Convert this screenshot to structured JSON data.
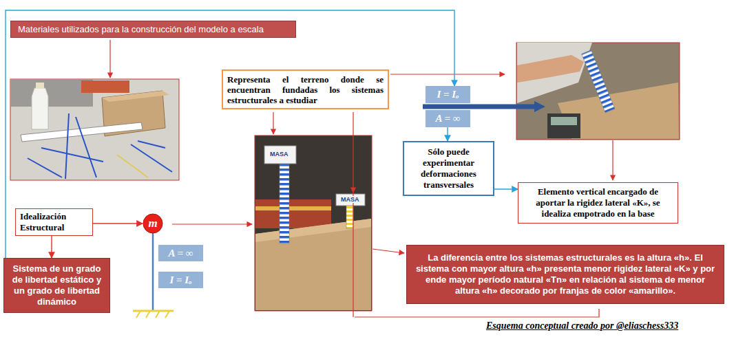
{
  "diagram": {
    "caption": "Esquema conceptual creado por @eliaschess333",
    "nodes": [
      {
        "text": [
          "Materiales utilizados para la construcción del modelo a escala"
        ]
      },
      {
        "text": [
          "Representa el terreno donde se encuentran fundadas los sistemas estructurales a estudiar"
        ]
      },
      {
        "text": [
          "I = Iₒ"
        ]
      },
      {
        "text": [
          "A = ∞"
        ]
      },
      {
        "text": [
          "Sólo puede experimentar deformaciones transversales"
        ]
      },
      {
        "text": [
          "Elemento vertical encargado de aportar la rigidez lateral «K», se idealiza empotrado en la base"
        ]
      },
      {
        "text": [
          "Idealización Estructural"
        ]
      },
      {
        "text": [
          "m"
        ]
      },
      {
        "text": [
          "A = ∞"
        ]
      },
      {
        "text": [
          "I = Iₒ"
        ]
      },
      {
        "text": [
          "Sistema de un grado de libertad estático y un grado de libertad dinámico"
        ]
      },
      {
        "text": [
          "La diferencia entre los sistemas estructurales es la altura «h». El sistema con mayor altura «h» presenta menor rigidez lateral «K» y por ende mayor período natural «Tn» en relación al sistema de menor altura «h» decorado por franjas de color «amarillo»."
        ]
      }
    ],
    "edges": [
      {
        "from": 6,
        "to": 7,
        "arrow": "to"
      },
      {
        "from": 6,
        "to": 10,
        "arrow": "to"
      },
      {
        "from": 10,
        "to": 2,
        "arrow": "to"
      },
      {
        "from": 3,
        "to": 4,
        "arrow": "to"
      },
      {
        "from": 4,
        "to": 5,
        "arrow": "to"
      }
    ],
    "labels": [
      "MASA",
      "MASA"
    ]
  }
}
